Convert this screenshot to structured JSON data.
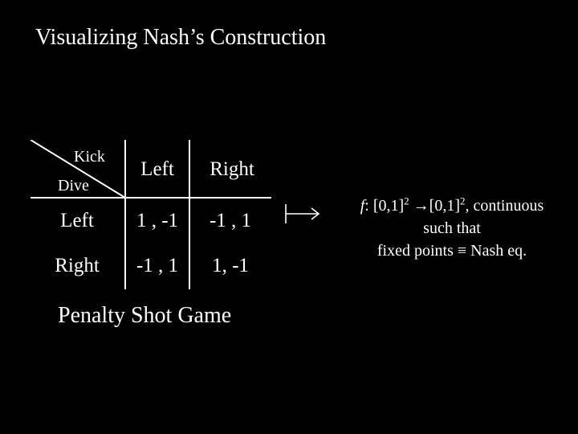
{
  "slide": {
    "title": "Visualizing Nash’s Construction"
  },
  "game": {
    "corner_column_label": "Kick",
    "corner_row_label": "Dive",
    "column_headers": [
      "Left",
      "Right"
    ],
    "rows": [
      {
        "label": "Left",
        "cells": [
          "1 , -1",
          "-1 , 1"
        ]
      },
      {
        "label": "Right",
        "cells": [
          "-1 , 1",
          "1, -1"
        ]
      }
    ],
    "caption": "Penalty Shot Game"
  },
  "mapping": {
    "arrow_symbol": "↦",
    "function_name": "f",
    "colon": ":",
    "domain_set": "[0,1]",
    "domain_exponent": "2",
    "arrow": "→",
    "codomain_set": "[0,1]",
    "codomain_exponent": "2",
    "continuity_text": ", continuous",
    "line2": "such that",
    "line3_left": "fixed points",
    "equiv_symbol": "≡",
    "line3_right": "Nash eq."
  }
}
